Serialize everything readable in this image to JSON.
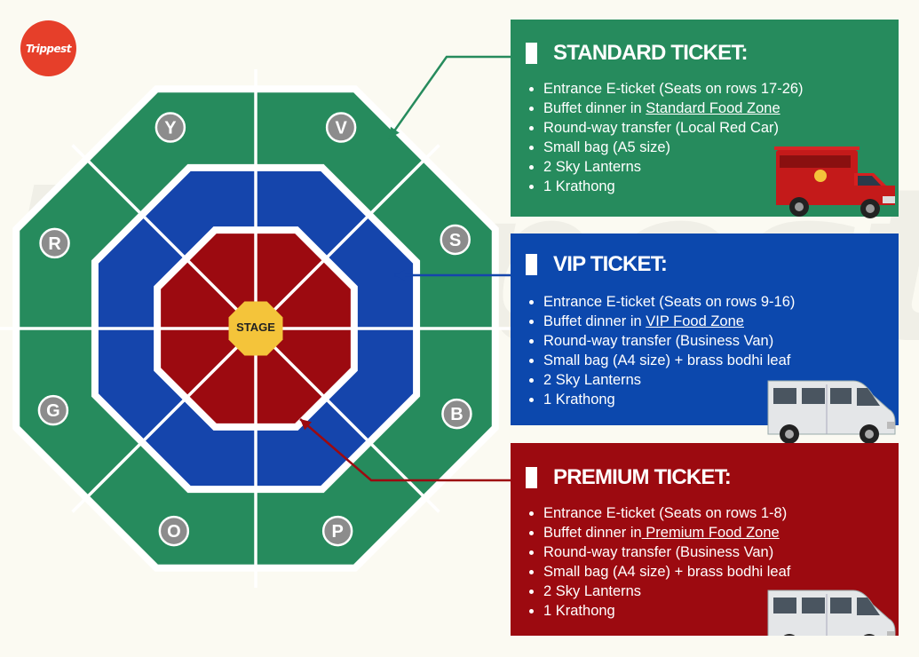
{
  "brand": {
    "logo_text": "Trippest",
    "watermark_text": "Trippest"
  },
  "colors": {
    "outer_zone": "#268b5d",
    "middle_zone": "#1545ac",
    "inner_zone": "#9c0a10",
    "stage": "#f4c43a",
    "background": "#fbfaf2"
  },
  "seating_map": {
    "stage_label": "STAGE",
    "section_labels": [
      "Y",
      "V",
      "S",
      "B",
      "P",
      "O",
      "G",
      "R"
    ]
  },
  "tickets": {
    "standard": {
      "title": "STANDARD TICKET:",
      "items": [
        "Entrance E-ticket (Seats on rows 17-26)",
        "Buffet dinner in ",
        "Standard Food Zone",
        "Round-way transfer (Local Red Car)",
        "Small bag (A5 size)",
        "2 Sky Lanterns",
        "1 Krathong"
      ],
      "vehicle_icon": "red-truck-icon"
    },
    "vip": {
      "title": "VIP TICKET:",
      "items": [
        "Entrance E-ticket (Seats on rows 9-16)",
        "Buffet dinner in ",
        "VIP Food Zone",
        "Round-way transfer (Business Van)",
        "Small bag (A4 size) + brass bodhi leaf",
        "2 Sky Lanterns",
        "1 Krathong"
      ],
      "vehicle_icon": "van-icon"
    },
    "premium": {
      "title": "PREMIUM TICKET:",
      "items": [
        "Entrance E-ticket (Seats on rows 1-8)",
        "Buffet dinner in",
        " Premium Food Zone",
        "Round-way transfer (Business Van)",
        "Small bag (A4 size) + brass bodhi leaf",
        "2 Sky Lanterns",
        "1 Krathong"
      ],
      "vehicle_icon": "van-icon"
    }
  }
}
